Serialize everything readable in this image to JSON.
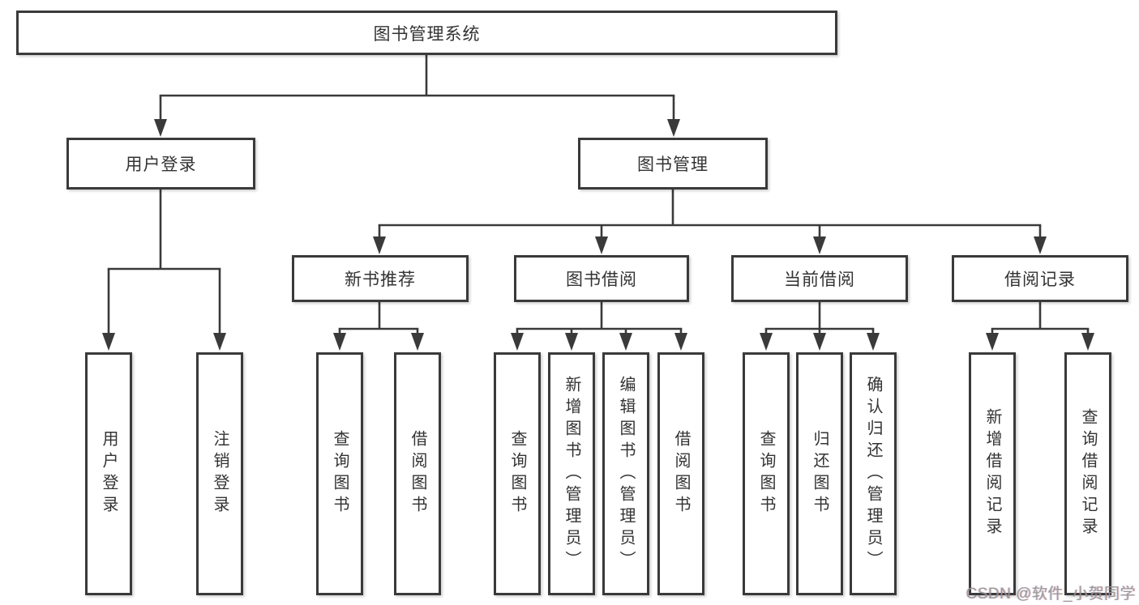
{
  "style": {
    "line_color": "#3a3a3a",
    "box_border_color": "#3a3a3a",
    "box_fill_color": "#ffffff",
    "text_color": "#333333",
    "watermark_color": "#969696"
  },
  "tree": {
    "root": "图书管理系统",
    "level2": [
      {
        "label": "用户登录",
        "children": [
          "用户登录",
          "注销登录"
        ]
      },
      {
        "label": "图书管理",
        "children": [
          {
            "label": "新书推荐",
            "children": [
              "查询图书",
              "借阅图书"
            ]
          },
          {
            "label": "图书借阅",
            "children": [
              "查询图书",
              "新增图书（管理员）",
              "编辑图书（管理员）",
              "借阅图书"
            ]
          },
          {
            "label": "当前借阅",
            "children": [
              "查询图书",
              "归还图书",
              "确认归还（管理员）"
            ]
          },
          {
            "label": "借阅记录",
            "children": [
              "新增借阅记录",
              "查询借阅记录"
            ]
          }
        ]
      }
    ]
  },
  "watermark": {
    "text": "CSDN @软件_小贺同学"
  }
}
